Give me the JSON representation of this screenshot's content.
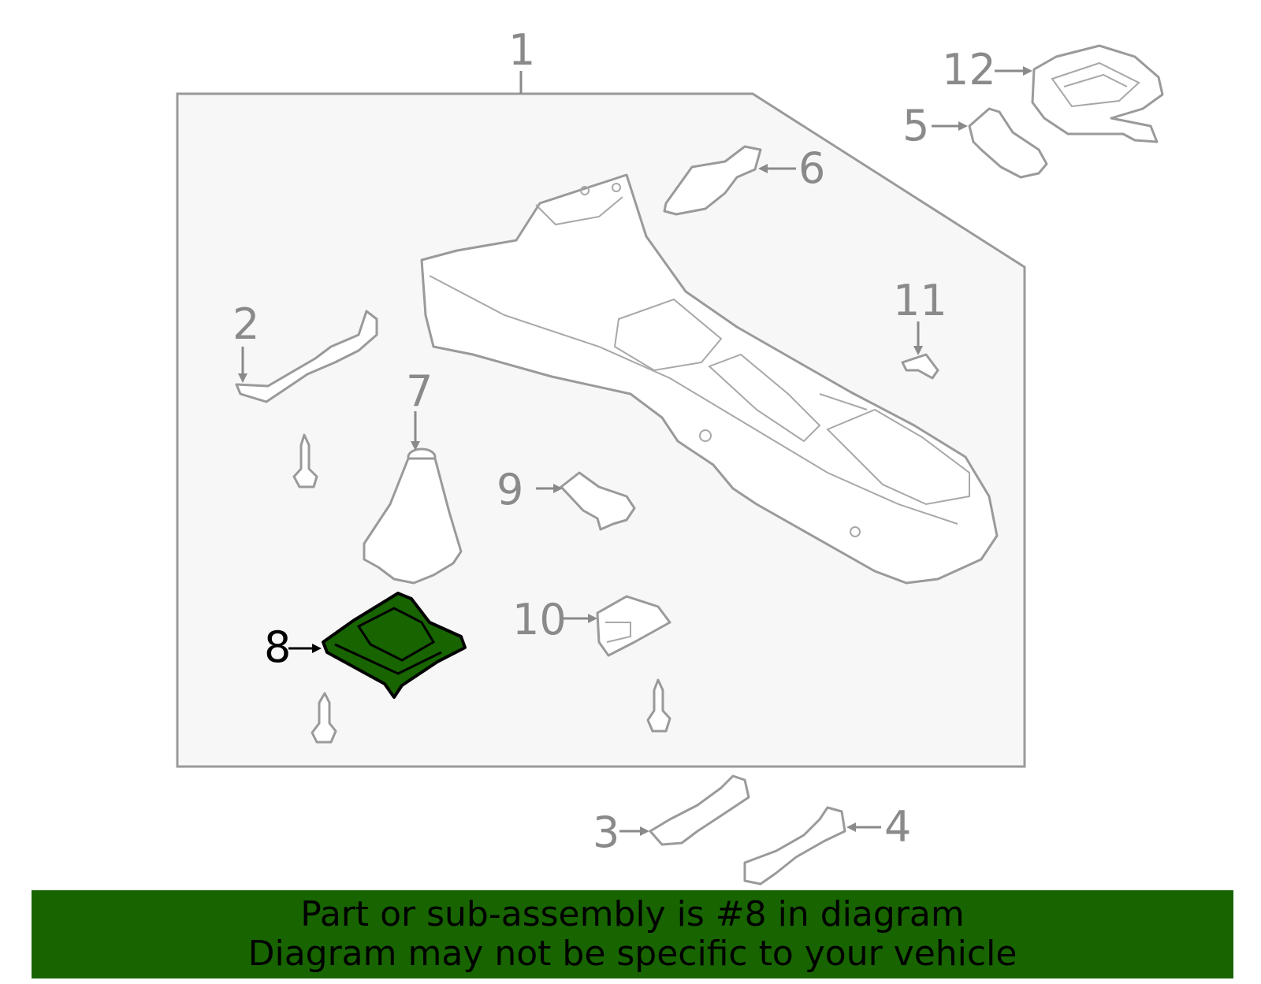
{
  "callouts": [
    "1",
    "2",
    "3",
    "4",
    "5",
    "6",
    "7",
    "8",
    "9",
    "10",
    "11",
    "12"
  ],
  "highlight": "8",
  "colors": {
    "highlight_fill": "#176400",
    "banner_bg": "#176400",
    "outline": "#9a9a9a",
    "panel_bg": "#f7f7f7"
  },
  "banner": {
    "line1": "Part or sub-assembly is #8 in diagram",
    "line2": "Diagram may not be specific to your vehicle"
  }
}
